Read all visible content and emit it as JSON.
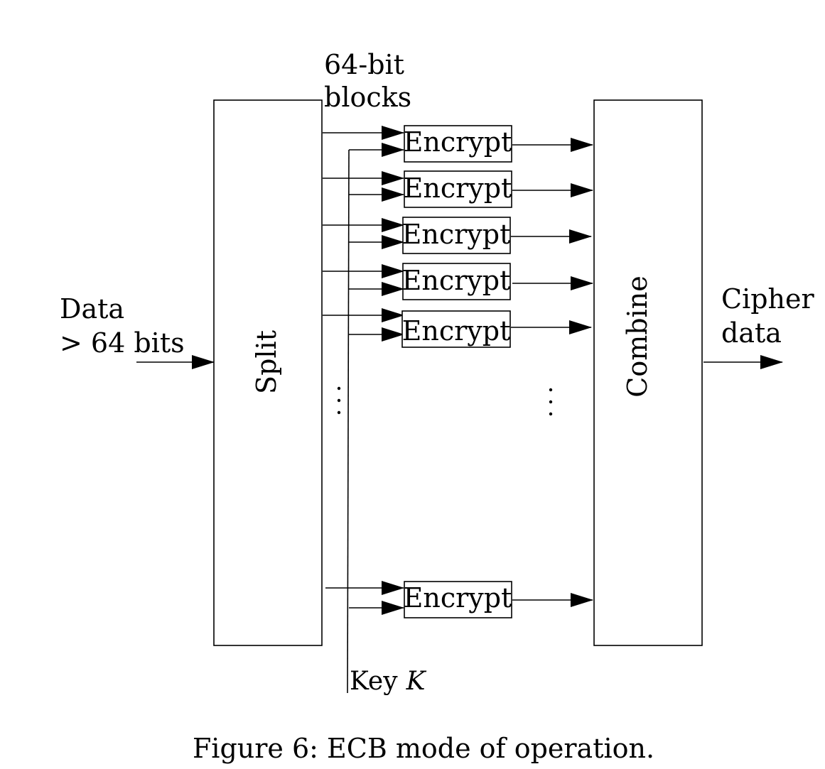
{
  "diagram": {
    "input_label_line1": "Data",
    "input_label_line2": "> 64 bits",
    "split_label": "Split",
    "blocks_label_line1": "64-bit",
    "blocks_label_line2": "blocks",
    "encrypt_label": "Encrypt",
    "combine_label": "Combine",
    "output_label_line1": "Cipher",
    "output_label_line2": "data",
    "key_label": "Key",
    "key_symbol": "K"
  },
  "caption": "Figure 6: ECB mode of operation."
}
